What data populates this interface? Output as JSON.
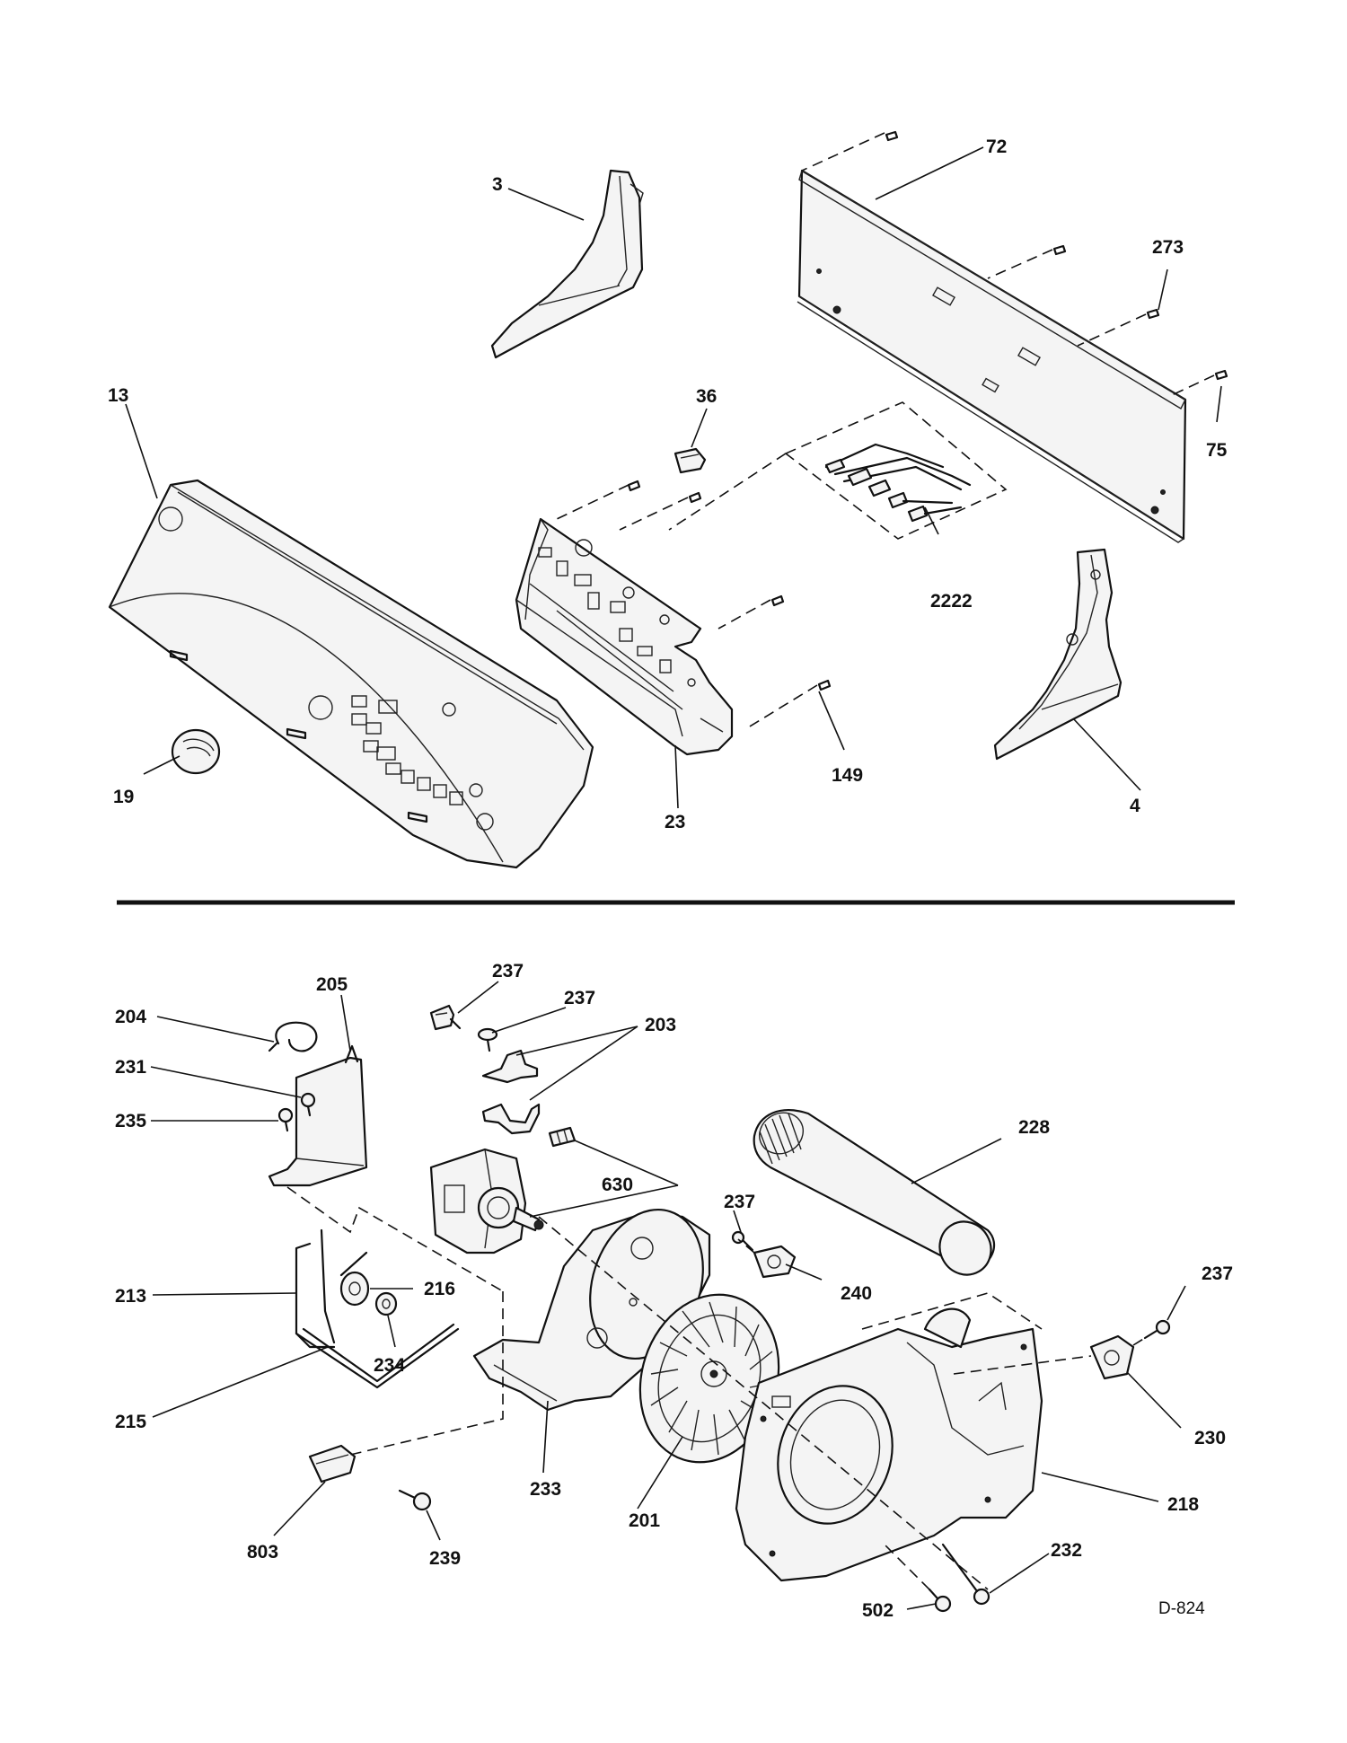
{
  "diagram_code": "D-824",
  "callouts": {
    "c3": "3",
    "c72": "72",
    "c273": "273",
    "c75": "75",
    "c13": "13",
    "c36": "36",
    "c2222": "2222",
    "c4": "4",
    "c19": "19",
    "c23": "23",
    "c149": "149",
    "c237a": "237",
    "c237b": "237",
    "c237c": "237",
    "c237d": "237",
    "c205": "205",
    "c204": "204",
    "c203": "203",
    "c231": "231",
    "c235": "235",
    "c228": "228",
    "c630": "630",
    "c240": "240",
    "c213": "213",
    "c216": "216",
    "c234": "234",
    "c215": "215",
    "c233": "233",
    "c230": "230",
    "c201": "201",
    "c218": "218",
    "c803": "803",
    "c239": "239",
    "c232": "232",
    "c502": "502"
  }
}
